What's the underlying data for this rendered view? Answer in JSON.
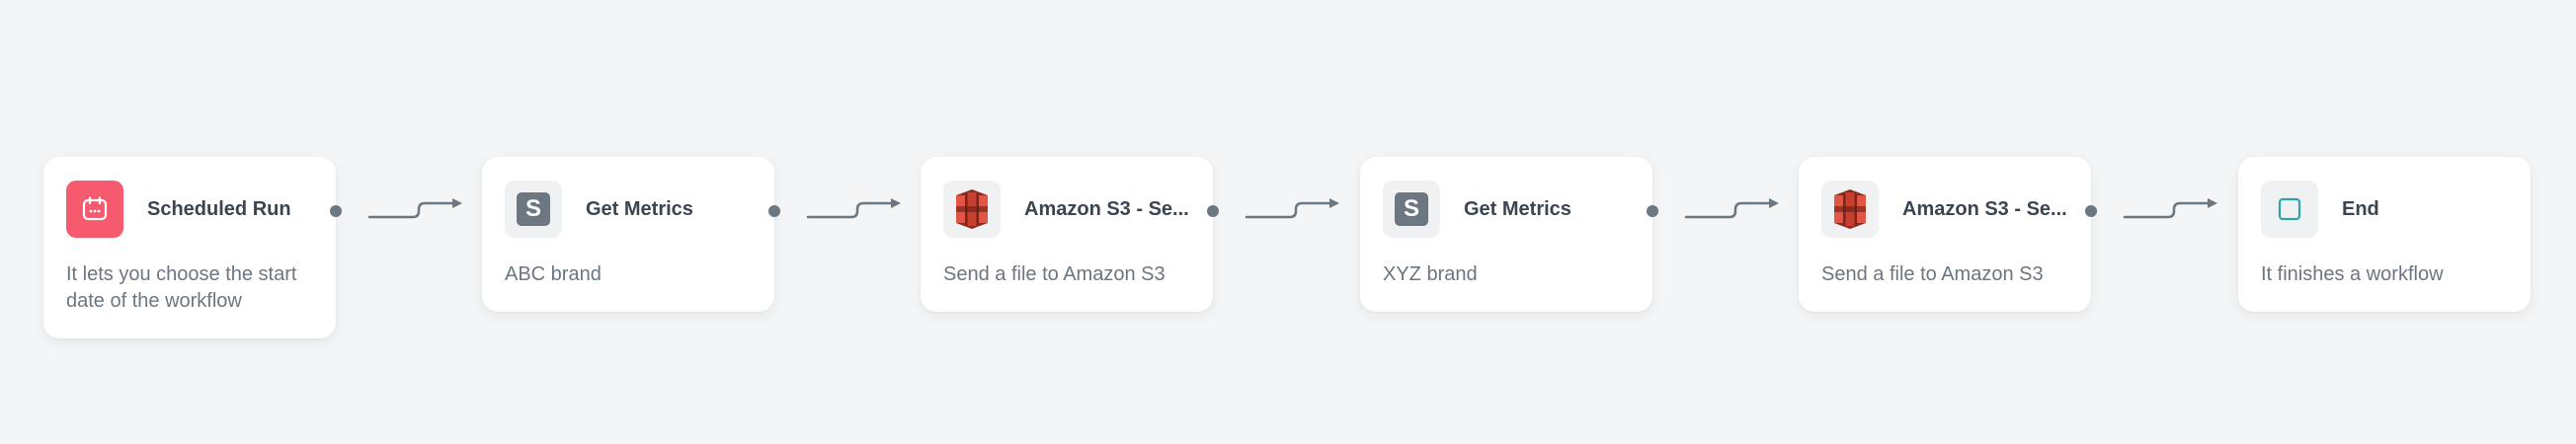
{
  "workflow": {
    "nodes": [
      {
        "title": "Scheduled Run",
        "description": "It lets you choose the start date of the workflow",
        "icon": "calendar-icon",
        "icon_bg": "#f55a6e"
      },
      {
        "title": "Get Metrics",
        "description": "ABC brand",
        "icon": "s-badge-icon",
        "icon_glyph": "S"
      },
      {
        "title": "Amazon S3 - Se...",
        "description": "Send a file to Amazon S3",
        "icon": "amazon-s3-icon"
      },
      {
        "title": "Get Metrics",
        "description": "XYZ brand",
        "icon": "s-badge-icon",
        "icon_glyph": "S"
      },
      {
        "title": "Amazon S3 - Se...",
        "description": "Send a file to Amazon S3",
        "icon": "amazon-s3-icon"
      },
      {
        "title": "End",
        "description": "It finishes a workflow",
        "icon": "end-square-icon"
      }
    ]
  },
  "colors": {
    "background": "#f3f5f6",
    "card": "#ffffff",
    "title": "#3b4550",
    "description": "#6b7681",
    "connector": "#6b7781",
    "scheduled_accent": "#f55a6e",
    "s3_red": "#c7402f",
    "end_teal": "#2aa6a6"
  }
}
